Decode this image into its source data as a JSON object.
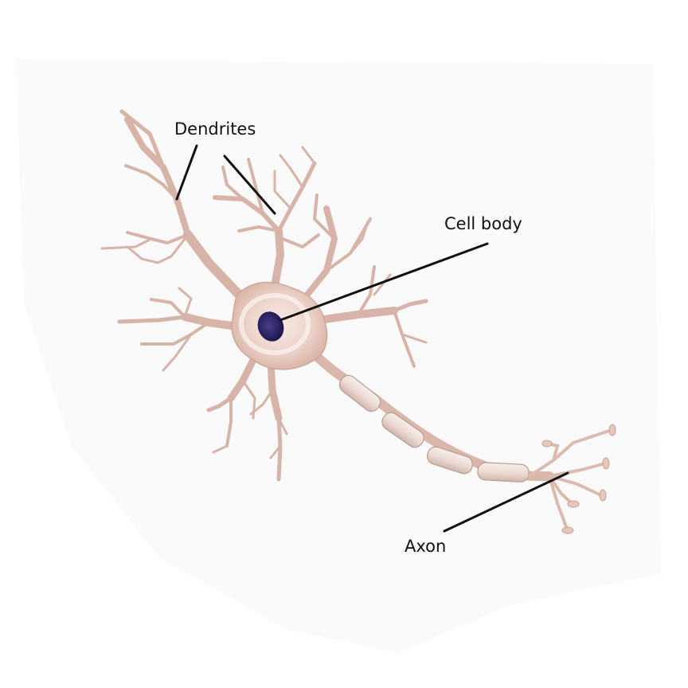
{
  "labels": {
    "dendrites": "Dendrites",
    "cell_body": "Cell body",
    "axon": "Axon"
  },
  "colors": {
    "membrane": "#e9cdc2",
    "membrane_edge": "#c49a8c",
    "myelin": "#efe2dd",
    "myelin_edge": "#b99b90",
    "nucleus": "#2a1f5c",
    "leader_line": "#111111",
    "backdrop": "#fbfafa"
  }
}
